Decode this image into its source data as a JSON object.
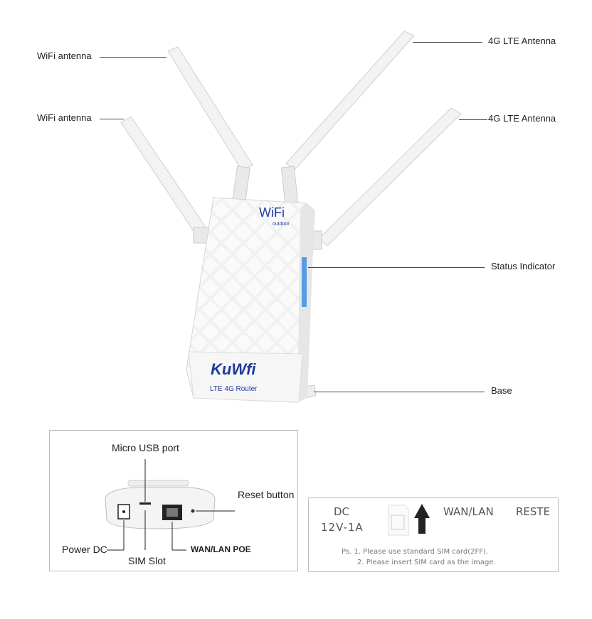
{
  "callouts": {
    "wifi_antenna_1": "WiFi antenna",
    "wifi_antenna_2": "WiFi antenna",
    "lte_antenna_1": "4G LTE Antenna",
    "lte_antenna_2": "4G LTE Antenna",
    "status_indicator": "Status Indicator",
    "base": "Base"
  },
  "router": {
    "corner_logo": "WiFi",
    "corner_logo_sub": "outdoor",
    "brand": "KuWfi",
    "model": "LTE 4G Router"
  },
  "ports_panel": {
    "micro_usb": "Micro USB port",
    "reset": "Reset button",
    "power_dc": "Power DC",
    "sim_slot": "SIM Slot",
    "wan_lan_poe": "WAN/LAN POE"
  },
  "sticker": {
    "dc": "DC",
    "voltage": "12V-1A",
    "wan_lan": "WAN/LAN",
    "reset": "RESTE",
    "note_1": "Ps. 1. Please use standard SIM card(2FF).",
    "note_2": "2. Please insert SIM card as the image."
  },
  "colors": {
    "brand_blue": "#1f3a9e",
    "led_blue": "#3b8fe0"
  }
}
